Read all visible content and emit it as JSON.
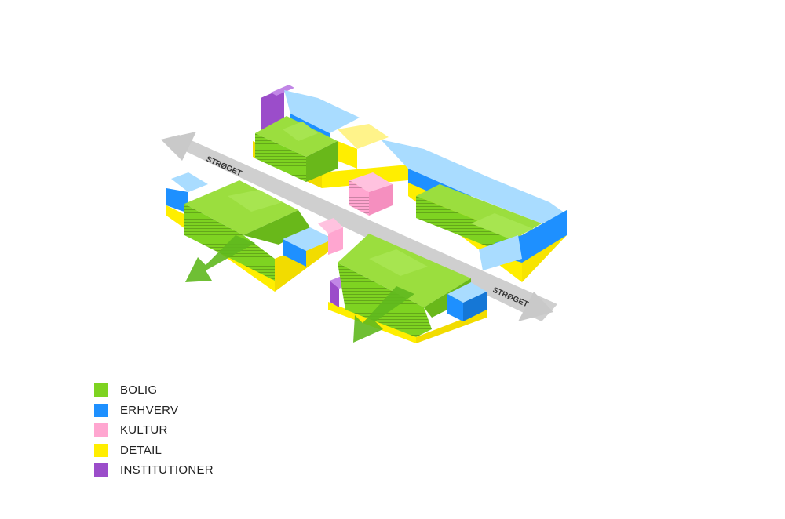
{
  "streets": {
    "label_upper": "STRØGET",
    "label_lower": "STRØGET"
  },
  "colors": {
    "bolig": "#7ed321",
    "erhverv": "#1e90ff",
    "kultur": "#ffa6d0",
    "detail": "#ffee00",
    "institutioner": "#9b4dca",
    "arrow_gray": "#c9c9c9",
    "arrow_green": "#5fb81e"
  },
  "legend": [
    {
      "key": "bolig",
      "label": "BOLIG",
      "color": "#7ed321"
    },
    {
      "key": "erhverv",
      "label": "ERHVERV",
      "color": "#1e90ff"
    },
    {
      "key": "kultur",
      "label": "KULTUR",
      "color": "#ffa6d0"
    },
    {
      "key": "detail",
      "label": "DETAIL",
      "color": "#ffee00"
    },
    {
      "key": "institutioner",
      "label": "INSTITUTIONER",
      "color": "#9b4dca"
    }
  ]
}
